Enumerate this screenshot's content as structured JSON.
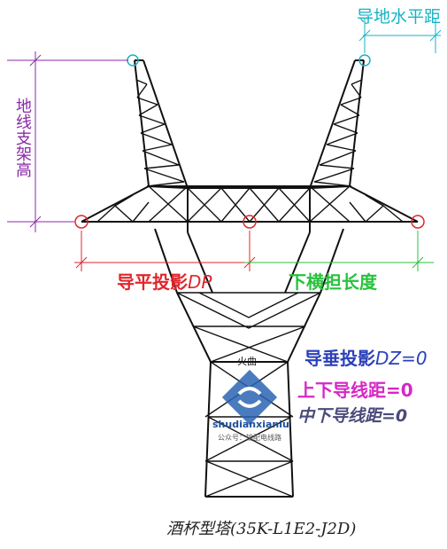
{
  "labels": {
    "conductor_horizontal_distance": "导地水平距",
    "ground_wire_support_height": "地线支架高",
    "conductor_horizontal_projection": "导平投影",
    "conductor_horizontal_projection_symbol": "DP",
    "lower_arm_length": "下横担长度",
    "conductor_vertical_projection": "导垂投影",
    "conductor_vertical_projection_symbol": "DZ=0",
    "upper_lower_conductor_distance": "上下导线距=0",
    "middle_lower_conductor_distance": "中下导线距=0",
    "tower_type_caption": "酒杯型塔(35K-L1E2-J2D)",
    "waist_tag": "火曲"
  },
  "watermark": {
    "site": "shudianxianlu",
    "subtitle": "公众号：输配电线路"
  },
  "colors": {
    "tower_lines": "#111111",
    "top_dimension": "#17b3c4",
    "ground_height": "#8a2aa8",
    "dp_red": "#e0262b",
    "arm_green": "#27c23c",
    "dz_blue": "#2c40b8",
    "ud_magenta": "#d627c6",
    "md_dark": "#4a4a7a"
  }
}
